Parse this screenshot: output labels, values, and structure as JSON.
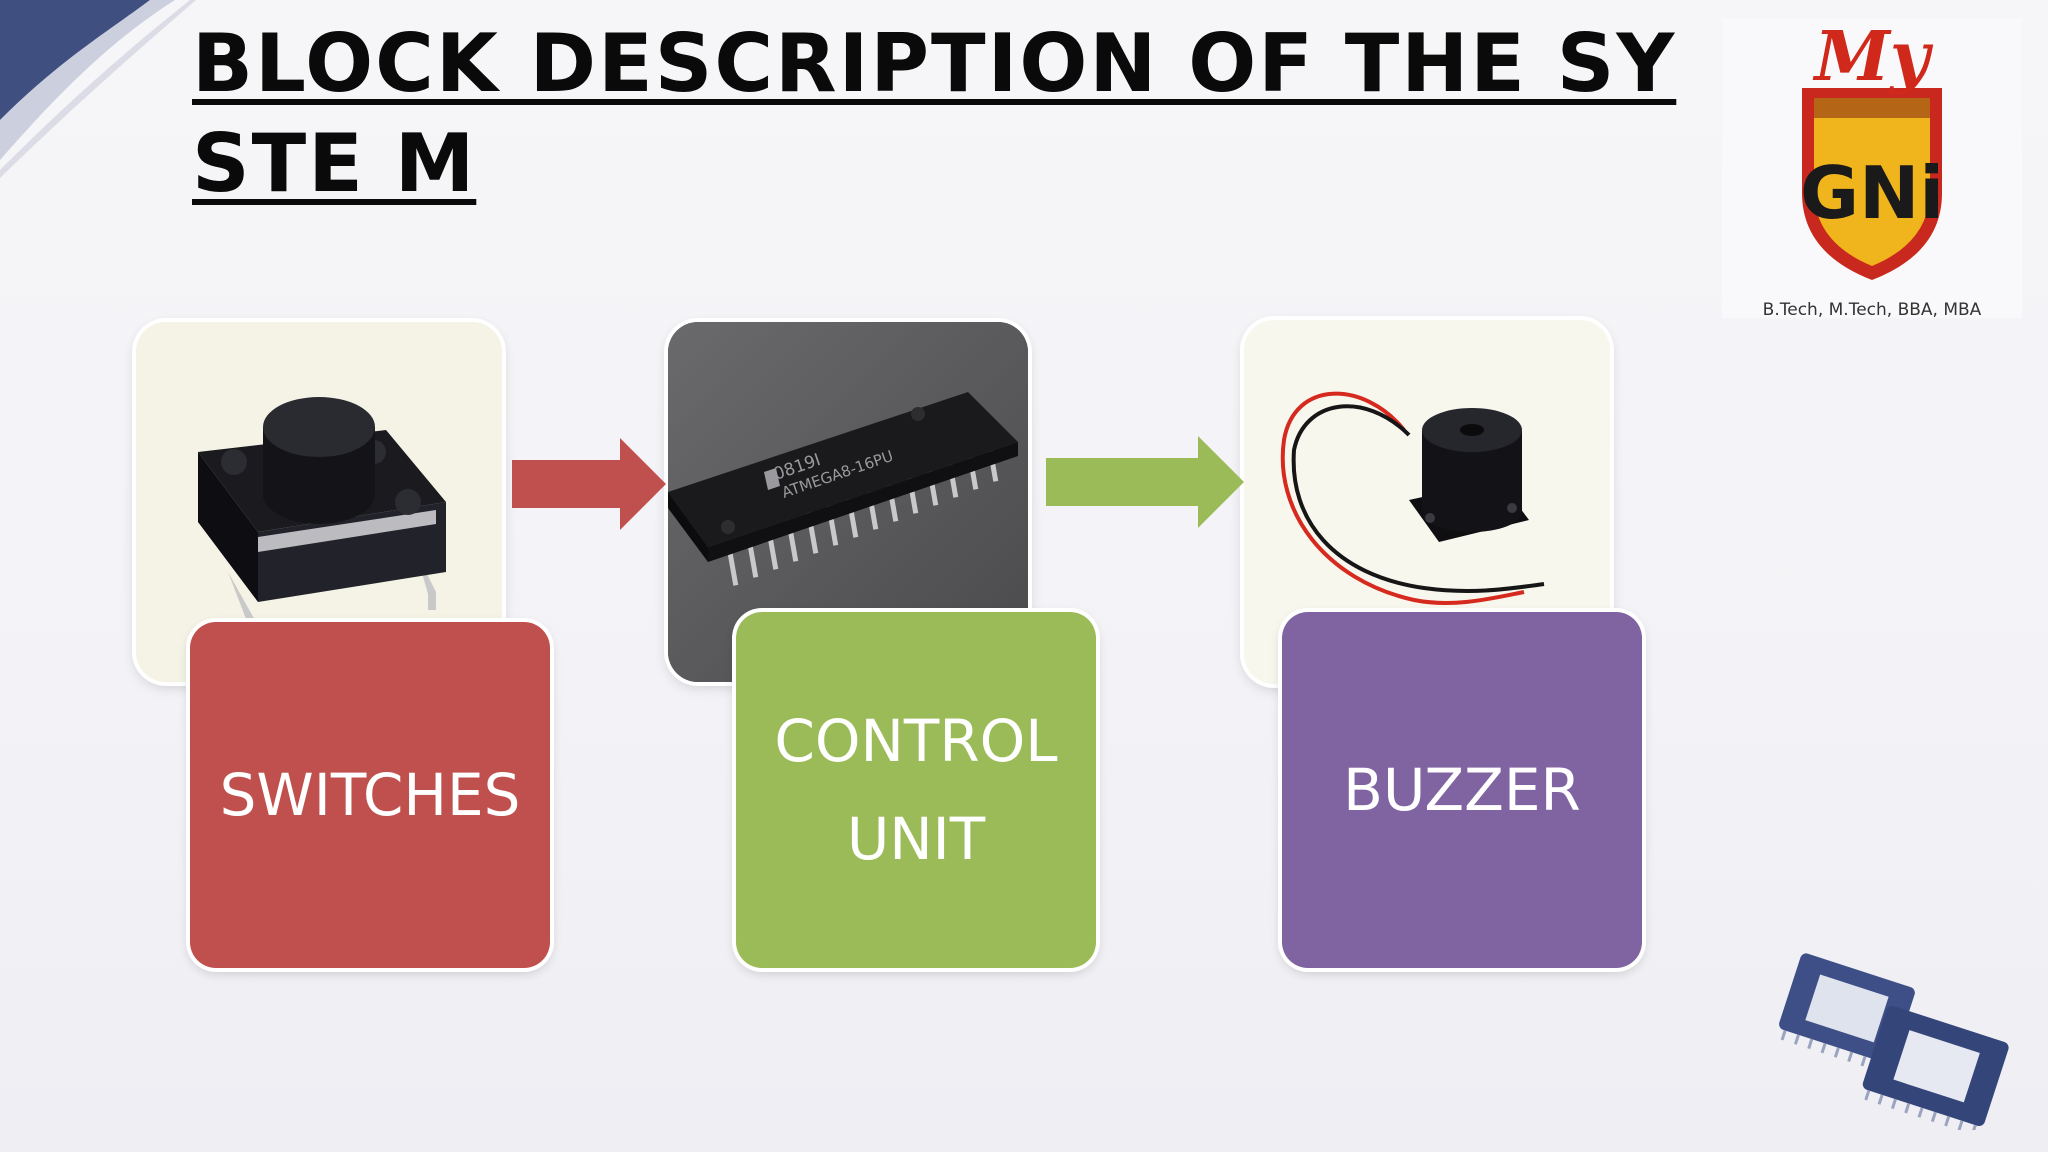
{
  "title": "BLOCK DESCRIPTION OF THE SYSTE M",
  "logo": {
    "script_text": "My",
    "badge_text": "GNi",
    "subtitle": "B.Tech, M.Tech, BBA, MBA"
  },
  "blocks": [
    {
      "label": "SWITCHES",
      "color": "#c0504d",
      "picture": "push-button-switch"
    },
    {
      "label": "CONTROL\nUNIT",
      "color": "#9bbb59",
      "picture": "microcontroller-chip"
    },
    {
      "label": "BUZZER",
      "color": "#8064a2",
      "picture": "piezo-buzzer"
    }
  ],
  "chip_marking": {
    "line1": "ATMEGA8-16PU",
    "line2": "0819I"
  },
  "arrows": [
    {
      "from": "SWITCHES",
      "to": "CONTROL\nUNIT",
      "color": "#c0504d"
    },
    {
      "from": "CONTROL\nUNIT",
      "to": "BUZZER",
      "color": "#9bbb59"
    }
  ],
  "colors": {
    "accent_navy": "#3b4a7a",
    "shield_red": "#c8281e",
    "shield_gold": "#f0b51c"
  }
}
